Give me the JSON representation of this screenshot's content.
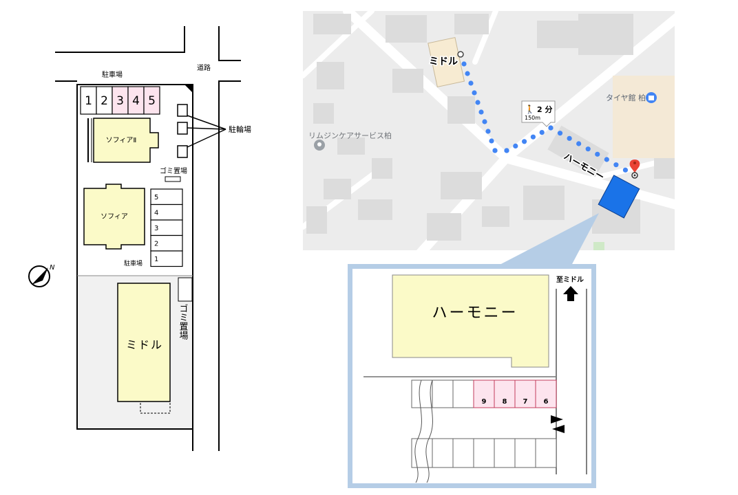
{
  "site_plan": {
    "road_label": "道路",
    "parking_top_label": "駐車場",
    "parking_top_spaces": [
      "1",
      "2",
      "3",
      "4",
      "5"
    ],
    "parking_top_highlighted": [
      "3",
      "4",
      "5"
    ],
    "bike_parking_label": "駐輪場",
    "building_sofia2": "ソフィアⅡ",
    "garbage_label": "ゴミ置場",
    "building_sofia": "ソフィア",
    "parking_right_spaces": [
      "5",
      "4",
      "3",
      "2",
      "1"
    ],
    "parking_right_label": "駐車場",
    "building_midoru": "ミドル",
    "garbage_midoru_label": "ゴミ置場",
    "compass_label": "N"
  },
  "map": {
    "label_midoru": "ミドル",
    "label_rimujin": "リムジンケアサービス柏",
    "label_tire": "タイヤ館 柏",
    "label_harmony": "ハーモニー",
    "walk_time": "2 分",
    "walk_distance": "150m",
    "colors": {
      "route": "#4285f4",
      "target": "#1a73e8",
      "pin": "#ea4335",
      "inset_border": "#b5cde6"
    }
  },
  "inset": {
    "building_harmony": "ハーモニー",
    "direction_label": "至ミドル",
    "parking_spaces": [
      "9",
      "8",
      "7",
      "6"
    ]
  }
}
